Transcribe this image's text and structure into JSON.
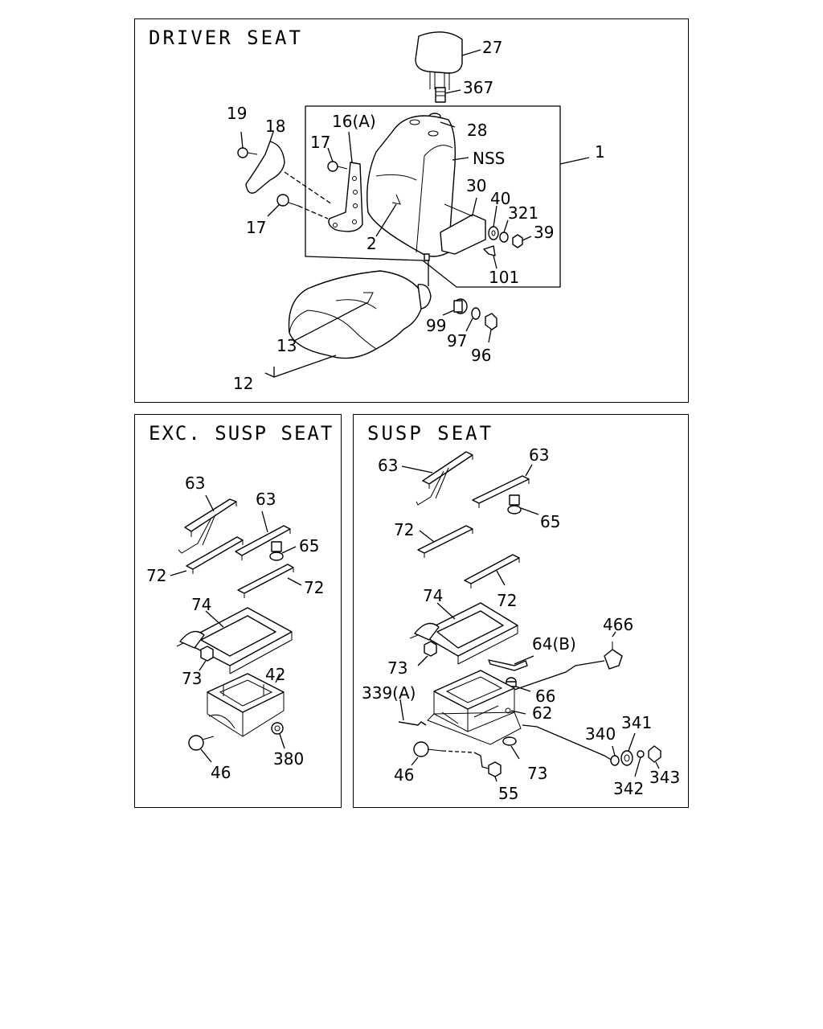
{
  "panels": {
    "driver": {
      "title": "DRIVER SEAT"
    },
    "exc": {
      "title": "EXC. SUSP SEAT"
    },
    "susp": {
      "title": "SUSP SEAT"
    }
  },
  "callouts": {
    "driver": [
      "27",
      "367",
      "28",
      "NSS",
      "1",
      "19",
      "18",
      "16(A)",
      "17",
      "17",
      "2",
      "30",
      "40",
      "321",
      "39",
      "101",
      "99",
      "97",
      "96",
      "13",
      "12"
    ],
    "exc": [
      "63",
      "63",
      "65",
      "72",
      "72",
      "74",
      "73",
      "42",
      "46",
      "380"
    ],
    "susp": [
      "63",
      "63",
      "65",
      "72",
      "72",
      "74",
      "73",
      "466",
      "64(B)",
      "66",
      "339(A)",
      "62",
      "46",
      "73",
      "55",
      "340",
      "341",
      "342",
      "343"
    ]
  }
}
